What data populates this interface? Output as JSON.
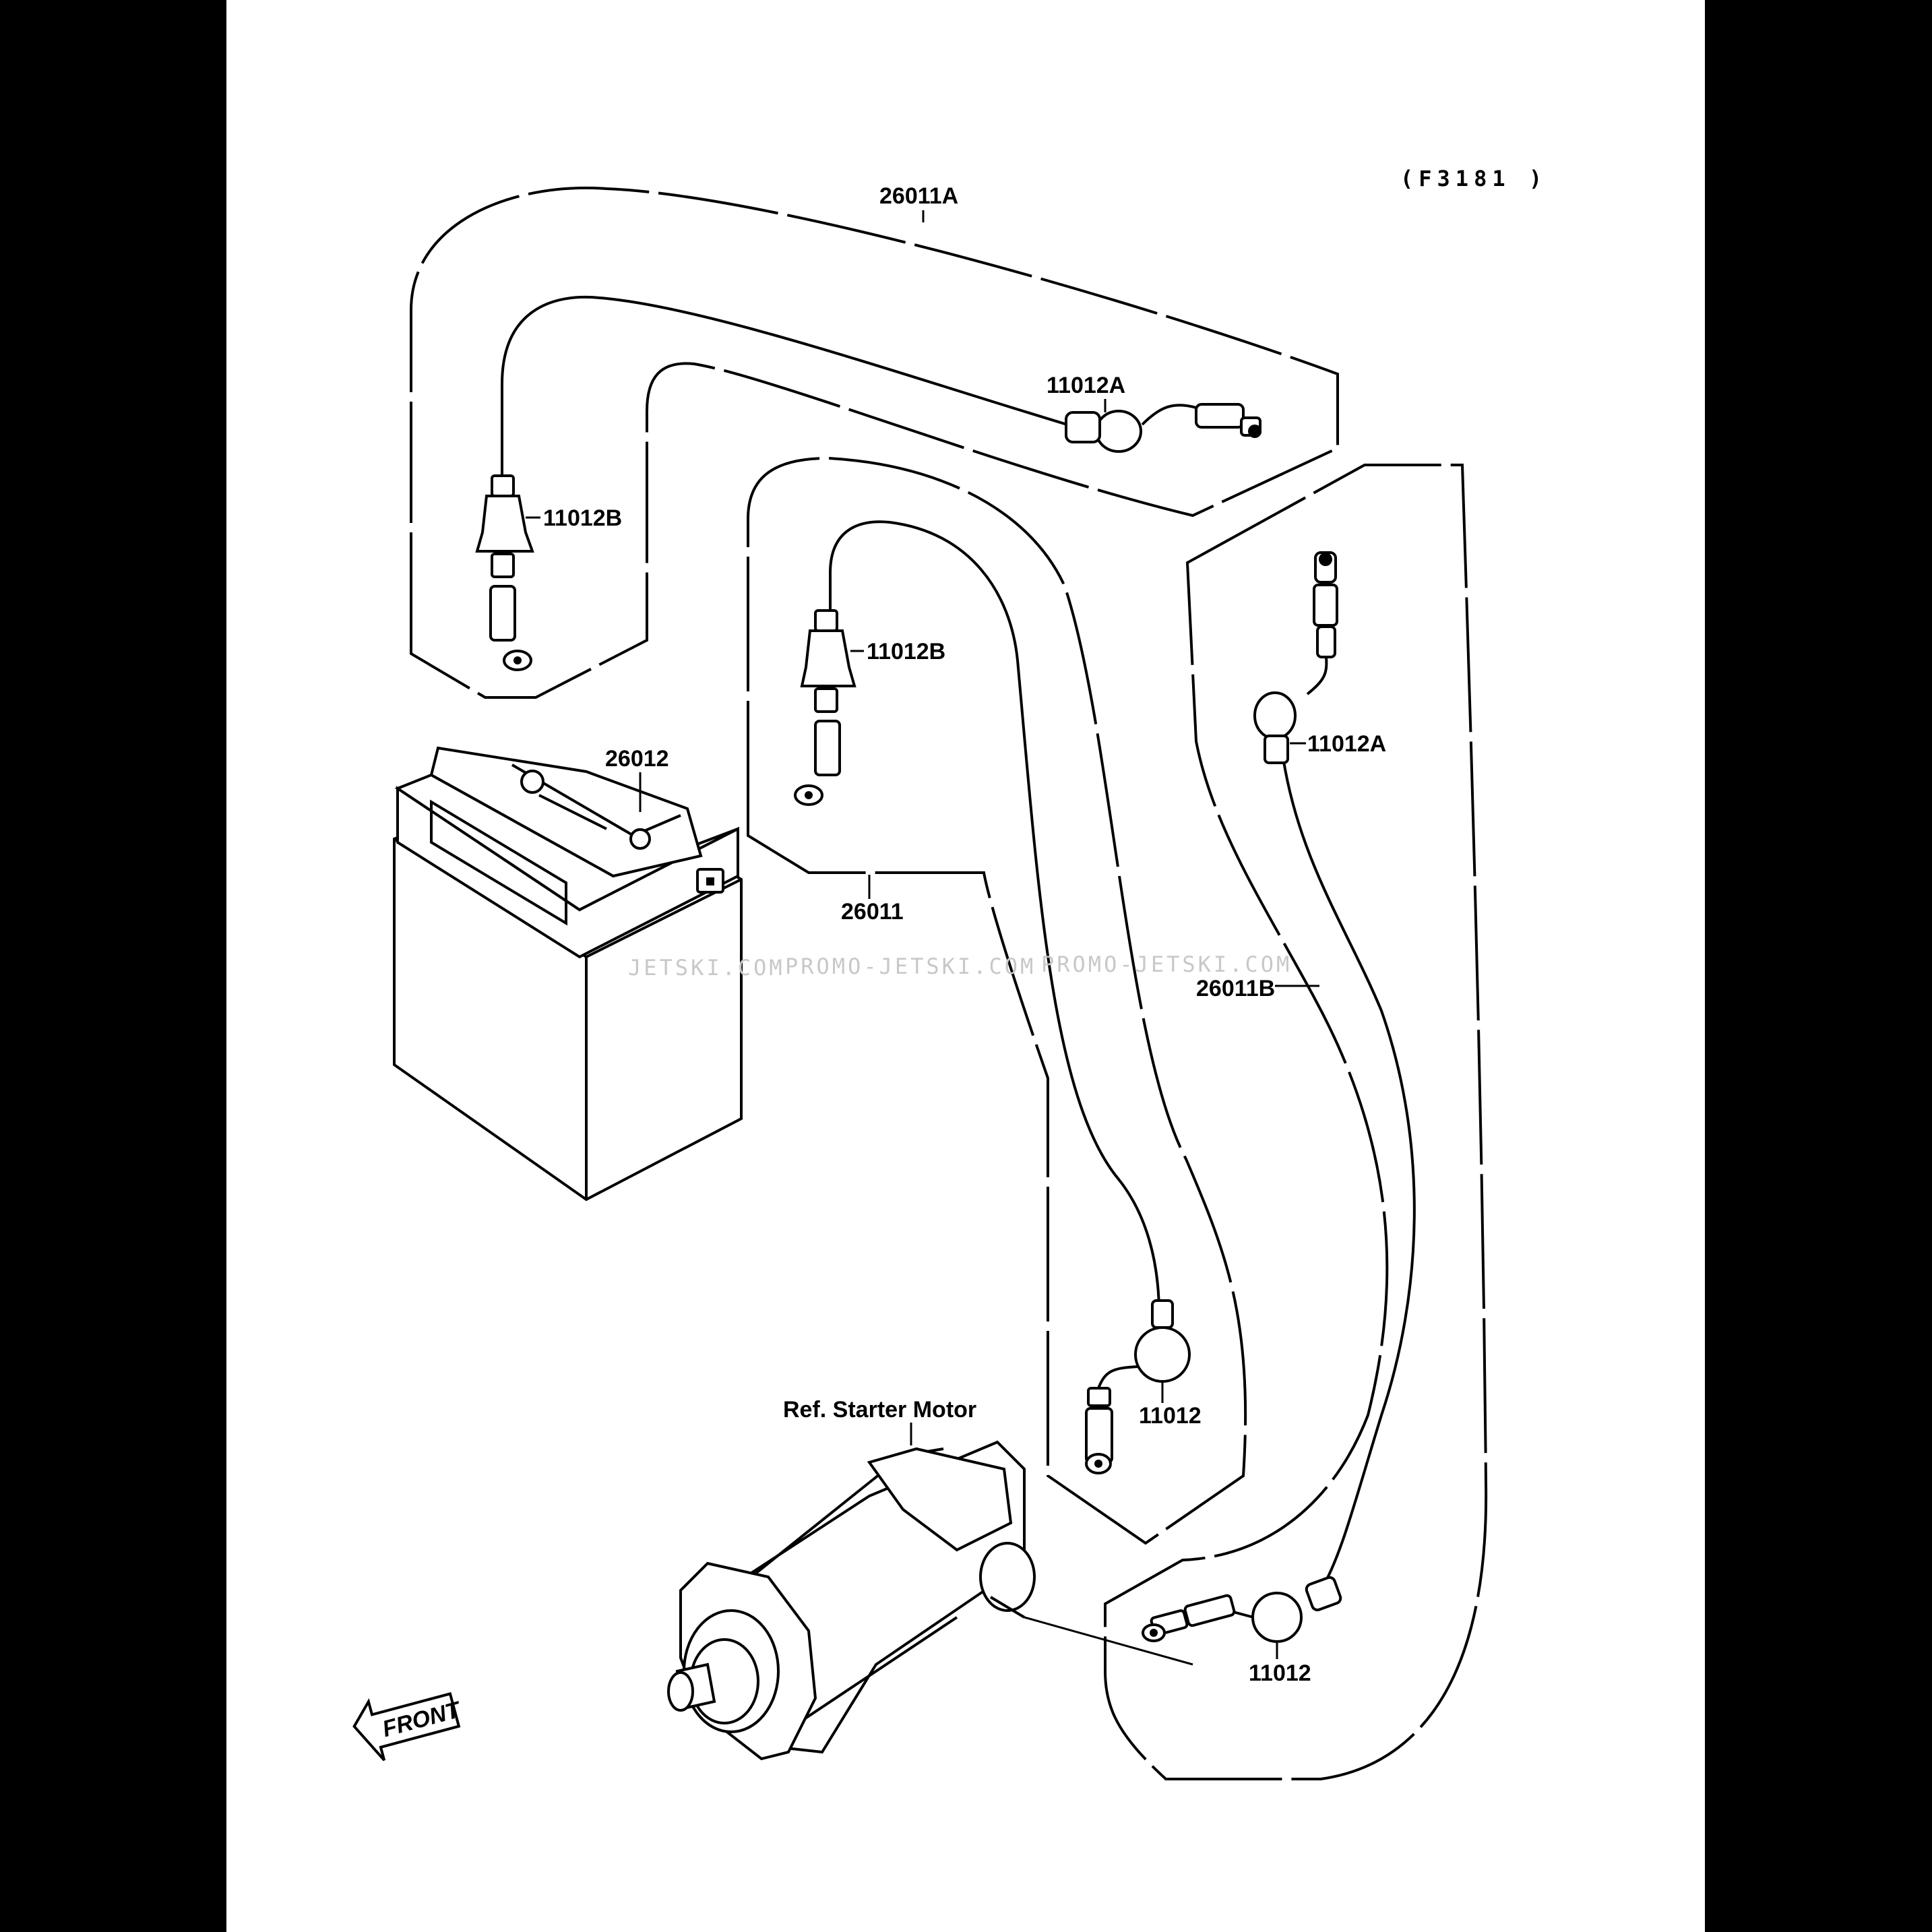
{
  "diagram": {
    "reference_code": "(F3181 )",
    "labels": {
      "harness_a": "26011A",
      "harness_main": "26011",
      "harness_b": "26011B",
      "battery": "26012",
      "cap_a_top": "11012A",
      "cap_a_right": "11012A",
      "cap_b_left": "11012B",
      "cap_b_center": "11012B",
      "cap_center_bottom": "11012",
      "cap_right_bottom": "11012",
      "starter_motor": "Ref. Starter Motor"
    },
    "front_arrow_text": "FRONT",
    "watermarks": [
      "JETSKI.COM",
      "PROMO-JETSKI.COM",
      "PROMO-JETSKI.COM"
    ]
  }
}
